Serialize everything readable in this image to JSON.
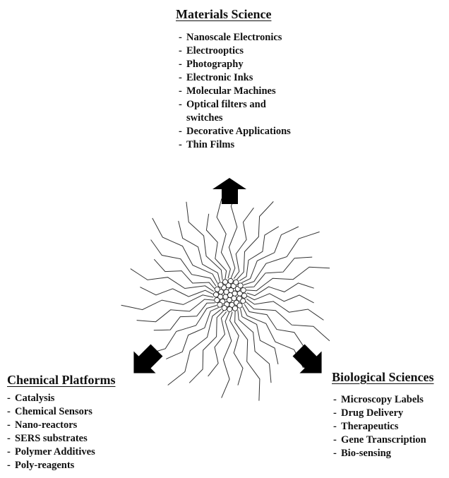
{
  "materials": {
    "heading": "Materials Science",
    "items": [
      "Nanoscale Electronics",
      "Electrooptics",
      "Photography",
      "Electronic Inks",
      "Molecular Machines",
      "Optical filters and",
      "switches",
      "Decorative Applications",
      "Thin Films"
    ]
  },
  "chemical": {
    "heading": "Chemical Platforms",
    "items": [
      "Catalysis",
      "Chemical Sensors",
      "Nano-reactors",
      "SERS substrates",
      "Polymer Additives",
      "Poly-reagents"
    ]
  },
  "biological": {
    "heading": "Biological Sciences",
    "items": [
      "Microscopy Labels",
      "Drug Delivery",
      "Therapeutics",
      "Gene Transcription",
      "Bio-sensing"
    ]
  },
  "colors": {
    "text": "#111111",
    "arrow": "#000000",
    "chain": "#333333"
  },
  "icons": {
    "up_arrow": "arrow-up-icon",
    "left_arrow": "arrow-down-left-icon",
    "right_arrow": "arrow-down-right-icon",
    "nanoparticle": "nanoparticle-icon"
  }
}
